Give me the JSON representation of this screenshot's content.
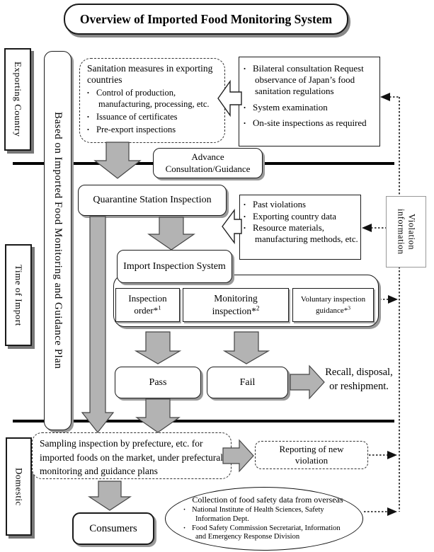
{
  "diagram_title": "Overview of Imported Food Monitoring System",
  "bullet": "·",
  "stage_labels": {
    "exporting_country": "Exporting Country",
    "time_of_import": "Time of Import",
    "domestic": "Domestic"
  },
  "plan_banner": "Based on Imported Food Monitoring and Guidance Plan",
  "sanitation_measures": {
    "heading": "Sanitation measures in exporting countries",
    "items": [
      "Control of production, manufacturing, processing, etc.",
      "Issuance of certificates",
      "Pre-export inspections"
    ]
  },
  "bilateral_consultation": {
    "items": [
      "Bilateral consultation Request observance of Japan’s food sanitation regulations",
      "System examination",
      "On-site inspections as required"
    ]
  },
  "advance_consultation": "Advance Consultation/Guidance",
  "quarantine_inspection": "Quarantine Station Inspection",
  "country_data": {
    "items": [
      "Past violations",
      "Exporting country data",
      "Resource materials, manufacturing methods, etc."
    ]
  },
  "violation_information": "Violation information",
  "import_inspection_system": "Import Inspection System",
  "inspection_types": [
    {
      "label": "Inspection order*",
      "footnote": "1"
    },
    {
      "label": "Monitoring inspection*",
      "footnote": "2"
    },
    {
      "label": "Voluntary inspection guidance*",
      "footnote": "3"
    }
  ],
  "pass": "Pass",
  "fail": "Fail",
  "recall": "Recall, disposal, or reshipment.",
  "sampling_inspection": "Sampling inspection by prefecture, etc. for imported foods on the market, under prefectural monitoring and guidance plans",
  "reporting_new_violation": "Reporting of new violation",
  "consumers": "Consumers",
  "overseas_data": {
    "heading": "Collection of food safety data from overseas",
    "items": [
      "National Institute of Health Sciences, Safety Information Dept.",
      "Food Safety Commission Secretariat, Information and Emergency Response Division"
    ]
  }
}
